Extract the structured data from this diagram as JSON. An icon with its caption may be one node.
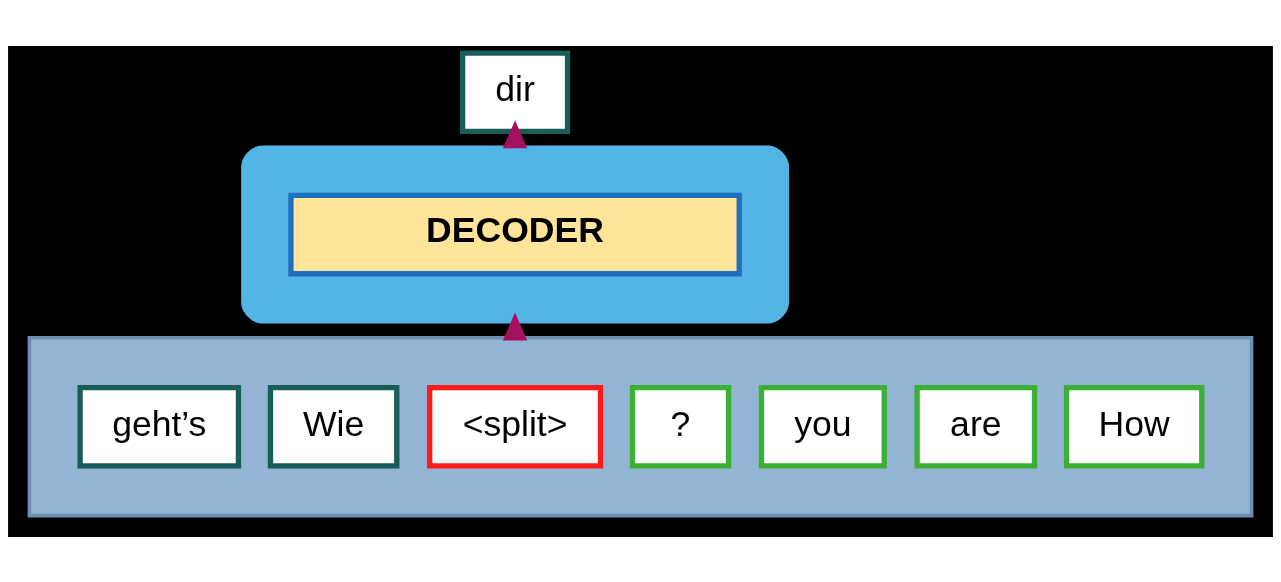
{
  "diagram": {
    "nodes": [
      {
        "text": [
          "dir"
        ]
      },
      {
        "text": [],
        "shape": "box"
      },
      {
        "text": [
          "DECODER"
        ],
        "in": 1
      },
      {
        "text": [],
        "shape": "bar"
      },
      {
        "text": [
          "How"
        ],
        "in": 3
      },
      {
        "text": [
          "are"
        ],
        "in": 3
      },
      {
        "text": [
          "you"
        ],
        "in": 3
      },
      {
        "text": [
          "?"
        ],
        "in": 3
      },
      {
        "text": [
          "<split>"
        ],
        "in": 3
      },
      {
        "text": [
          "Wie"
        ],
        "in": 3
      },
      {
        "text": [
          "geht’s"
        ],
        "in": 3
      }
    ],
    "edges": [
      {
        "from": 1,
        "to": 0,
        "arrow": "to"
      },
      {
        "from": 3,
        "to": 1,
        "arrow": "to"
      }
    ]
  }
}
